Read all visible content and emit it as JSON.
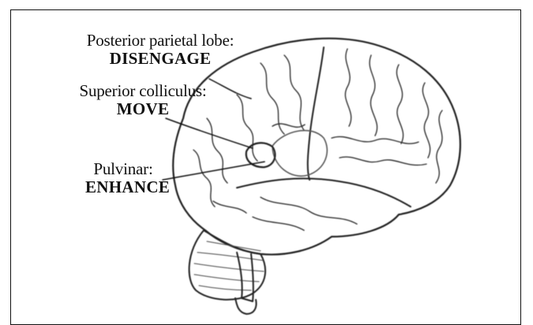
{
  "labels": {
    "posterior_parietal": {
      "region": "Posterior parietal lobe:",
      "function": "DISENGAGE"
    },
    "superior_colliculus": {
      "region": "Superior colliculus:",
      "function": "MOVE"
    },
    "pulvinar": {
      "region": "Pulvinar:",
      "function": "ENHANCE"
    }
  },
  "colors": {
    "ink": "#111111",
    "background": "#ffffff",
    "shading": "#d8d8d8"
  }
}
